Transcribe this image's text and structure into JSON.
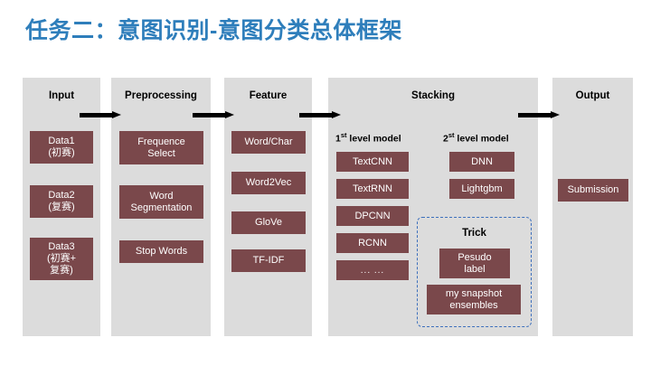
{
  "slide": {
    "title": "任务二：意图识别-意图分类总体框架",
    "title_color": "#2E7EBB",
    "panel_color": "#DCDCDC",
    "box_color": "#7A484B",
    "trick_border_color": "#3C6FBC",
    "background": "#FFFFFF"
  },
  "columns": [
    {
      "header": "Input",
      "boxes": [
        {
          "label": "Data1\n(初赛)",
          "line1": "Data1",
          "line2": "(初赛)"
        },
        {
          "label": "Data2\n(复赛)",
          "line1": "Data2",
          "line2": "(复赛)"
        },
        {
          "label": "Data3\n(初赛+\n复赛)",
          "line1": "Data3",
          "line2": "(初赛+",
          "line3": "复赛)"
        }
      ]
    },
    {
      "header": "Preprocessing",
      "boxes": [
        {
          "line1": "Frequence",
          "line2": "Select"
        },
        {
          "line1": "Word",
          "line2": "Segmentation"
        },
        {
          "line1": "Stop Words"
        }
      ]
    },
    {
      "header": "Feature",
      "boxes": [
        {
          "line1": "Word/Char"
        },
        {
          "line1": "Word2Vec"
        },
        {
          "line1": "GloVe"
        },
        {
          "line1": "TF-IDF"
        }
      ]
    },
    {
      "header": "Stacking",
      "level1": {
        "label_prefix": "1",
        "label_sup": "st",
        "label_suffix": " level model",
        "boxes": [
          "TextCNN",
          "TextRNN",
          "DPCNN",
          "RCNN",
          "... ..."
        ]
      },
      "level2": {
        "label_prefix": "2",
        "label_sup": "st",
        "label_suffix": " level model",
        "boxes": [
          "DNN",
          "Lightgbm"
        ]
      },
      "trick": {
        "title": "Trick",
        "boxes": [
          {
            "line1": "Pesudo",
            "line2": "label"
          },
          {
            "line1": "my snapshot",
            "line2": "ensembles"
          }
        ]
      }
    },
    {
      "header": "Output",
      "boxes": [
        {
          "line1": "Submission"
        }
      ]
    }
  ],
  "arrows": [
    {
      "name": "arrow-input-to-preprocessing"
    },
    {
      "name": "arrow-preprocessing-to-feature"
    },
    {
      "name": "arrow-feature-to-stacking"
    },
    {
      "name": "arrow-stacking-to-output"
    }
  ]
}
